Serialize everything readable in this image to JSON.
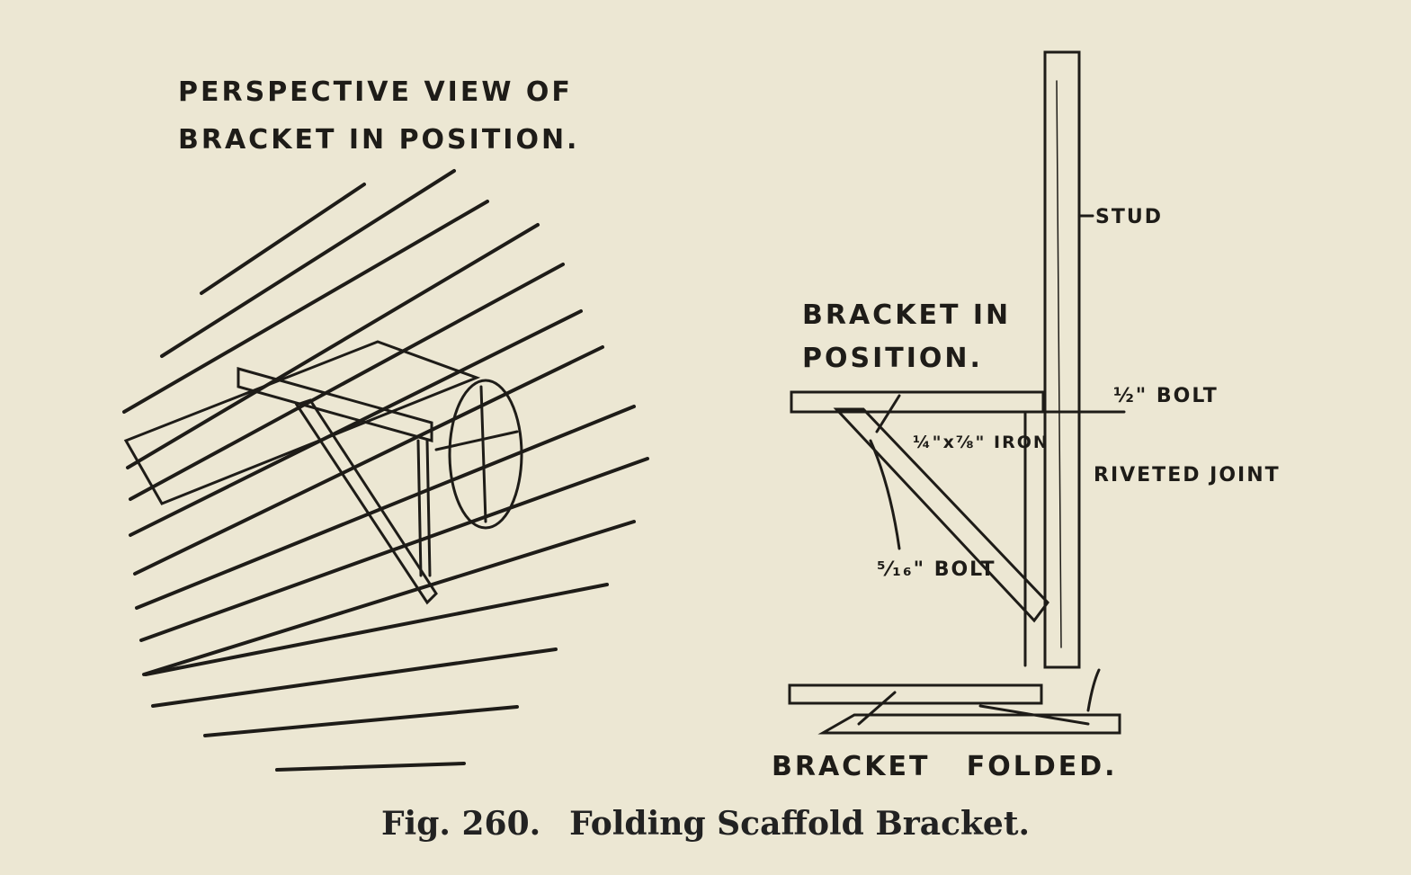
{
  "perspective_title": [
    "PERSPECTIVE VIEW OF",
    "BRACKET IN POSITION."
  ],
  "labels": {
    "stud": "STUD",
    "bracket_in_position": [
      "BRACKET IN",
      "POSITION."
    ],
    "top_bolt": "½\" BOLT",
    "iron": "¼\"x⅞\" IRON",
    "riveted_joint": "RIVETED JOINT",
    "lower_bolt": "⁵⁄₁₆\" BOLT",
    "bracket_folded": "BRACKET   FOLDED."
  },
  "caption": {
    "fig": "Fig. 260.",
    "title": "Folding Scaffold Bracket."
  },
  "colors": {
    "paper": "#ece7d3",
    "ink": "#1e1c18"
  }
}
